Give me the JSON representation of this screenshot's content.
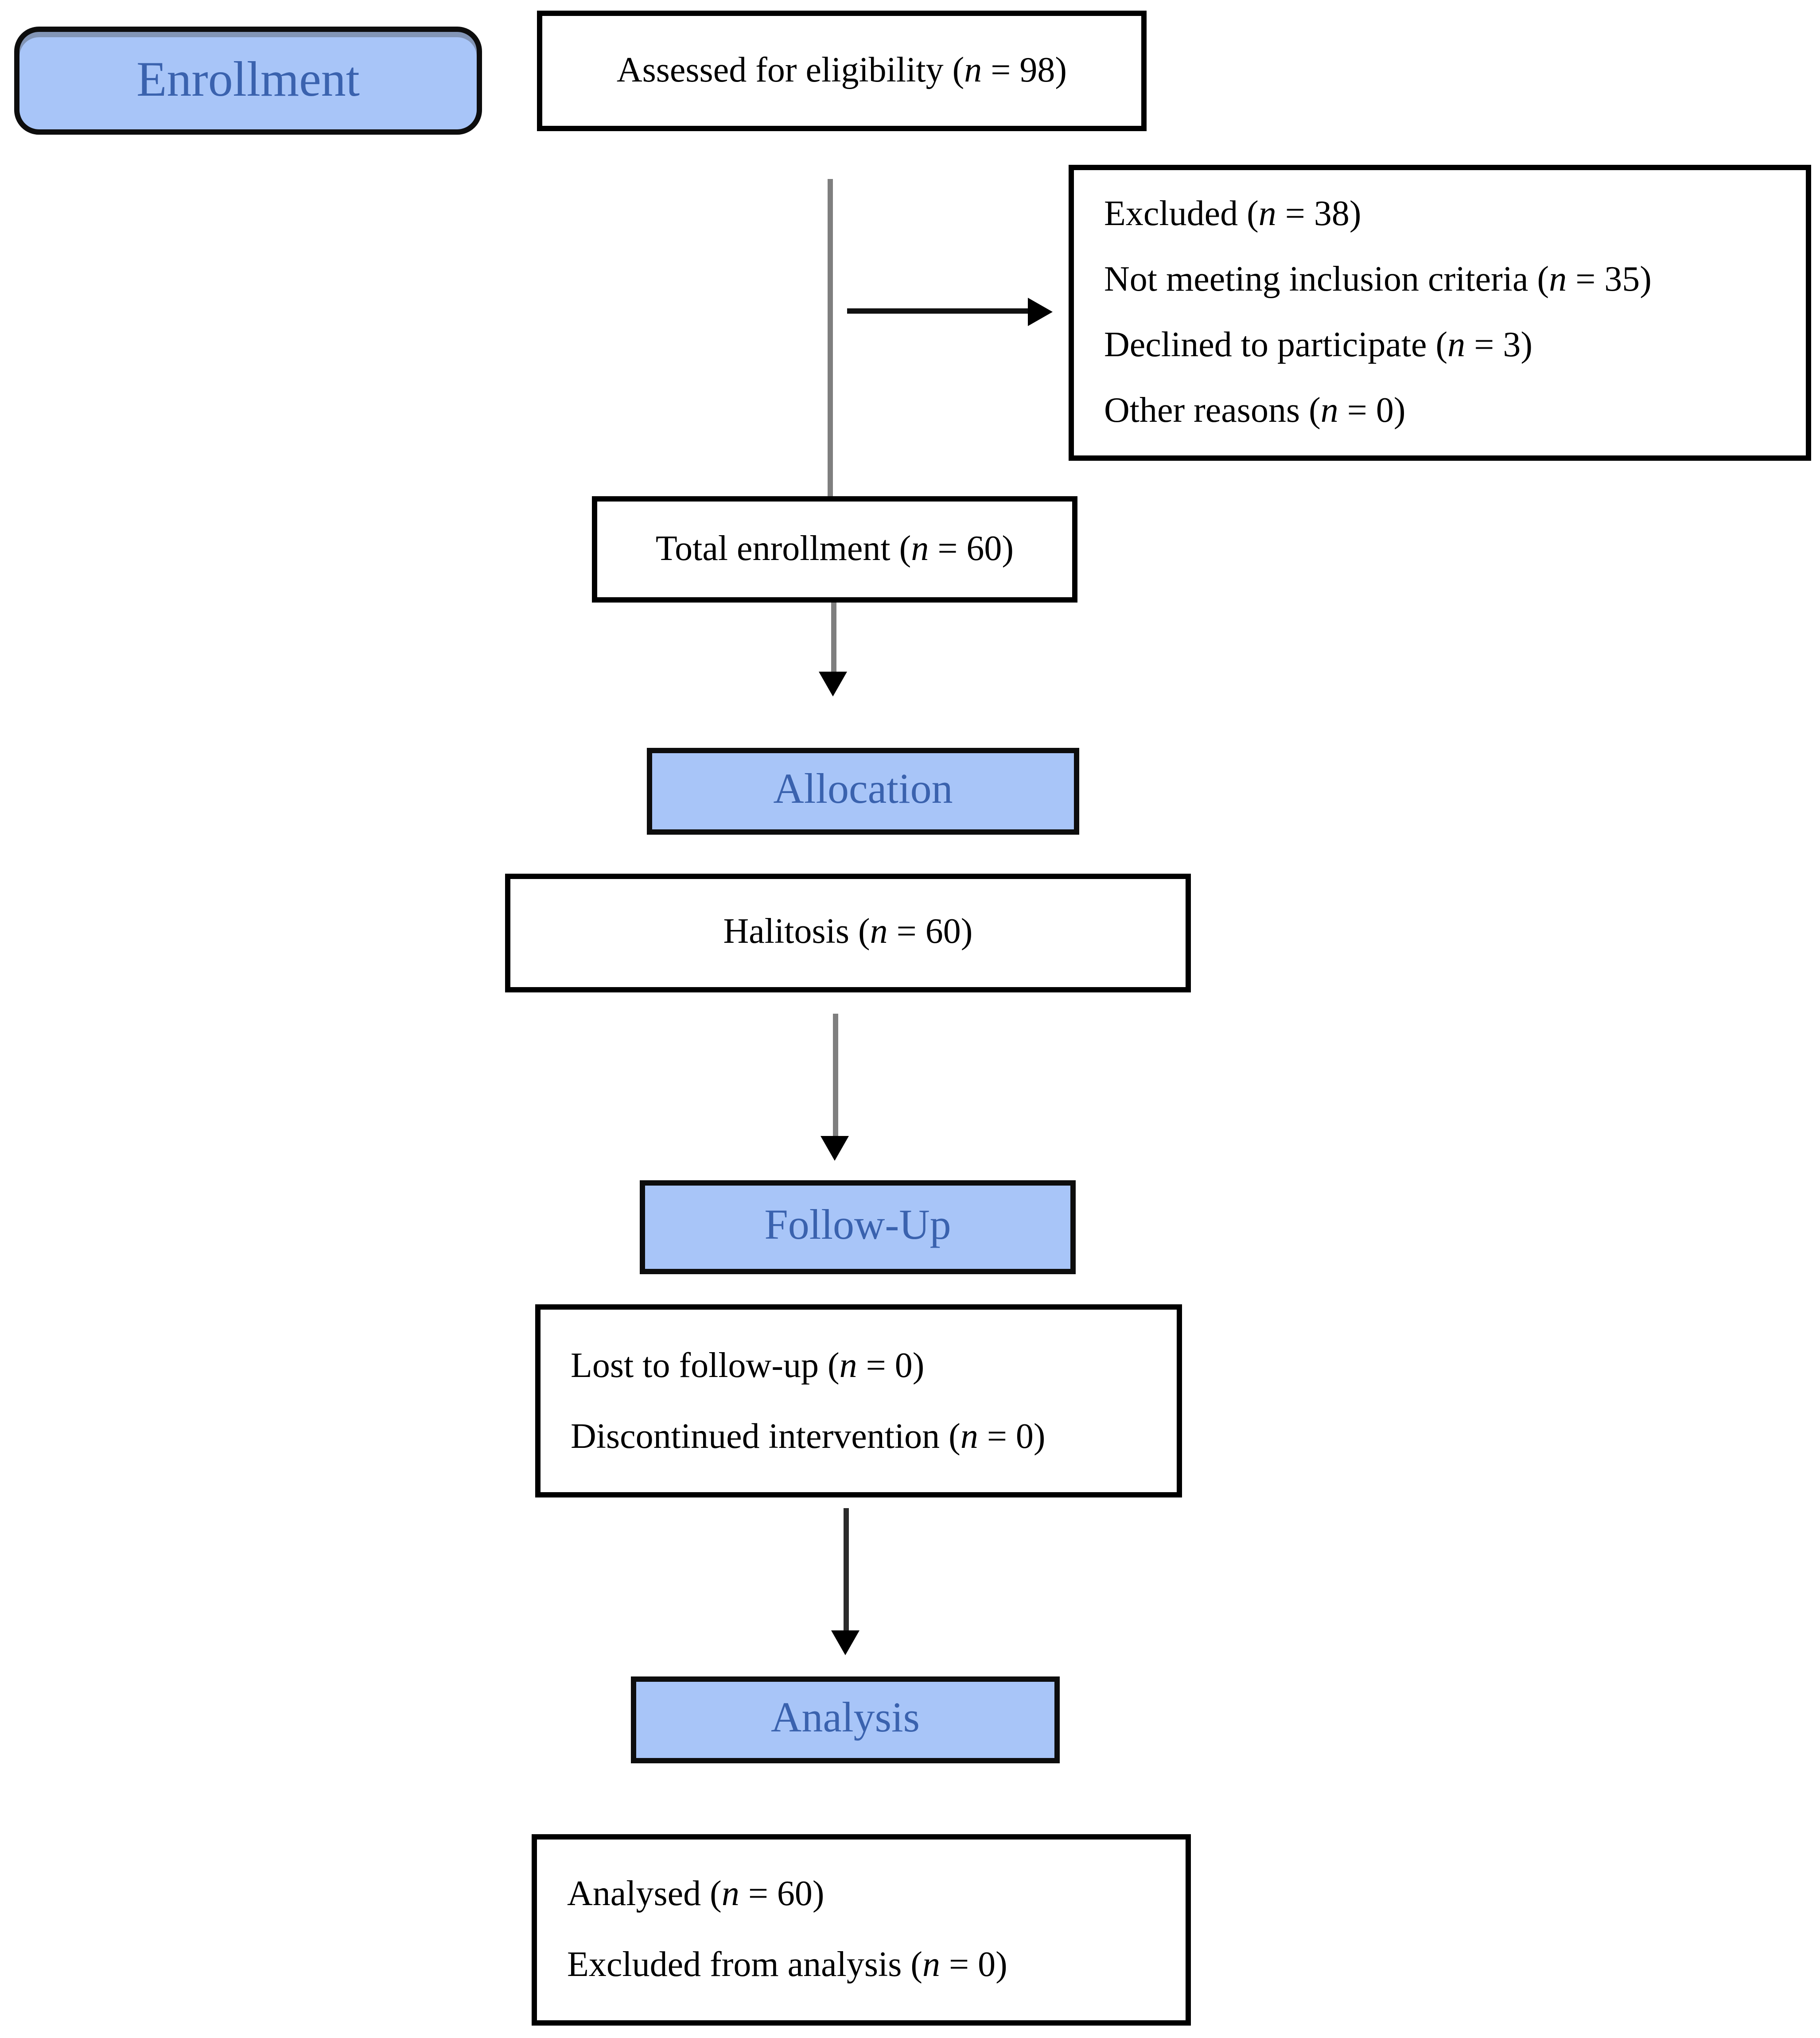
{
  "diagram": {
    "type": "consort-flow-diagram",
    "stage_labels": {
      "enrollment": "Enrollment",
      "allocation": "Allocation",
      "follow_up": "Follow-Up",
      "analysis": "Analysis"
    },
    "boxes": {
      "assessed": {
        "lines": [
          "Assessed for eligibility (n = 98)"
        ]
      },
      "excluded": {
        "lines": [
          "Excluded (n = 38)",
          "Not meeting inclusion criteria (n = 35)",
          "Declined to participate (n = 3)",
          "Other reasons (n = 0)"
        ]
      },
      "total_enrollment": {
        "lines": [
          "Total enrollment (n = 60)"
        ]
      },
      "halitosis": {
        "lines": [
          "Halitosis (n = 60)"
        ]
      },
      "follow_up_outcomes": {
        "lines": [
          "Lost to follow-up (n = 0)",
          "Discontinued intervention (n = 0)"
        ]
      },
      "analysis_outcomes": {
        "lines": [
          "Analysed (n = 60)",
          "Excluded from analysis (n = 0)"
        ]
      }
    },
    "colors": {
      "stage_fill": "#a8c5f8",
      "stage_text": "#3a62ae",
      "box_border": "#000000",
      "box_fill": "#ffffff",
      "connector_gray": "#7f7f7f",
      "arrowhead_black": "#000000",
      "background": "#ffffff"
    }
  }
}
